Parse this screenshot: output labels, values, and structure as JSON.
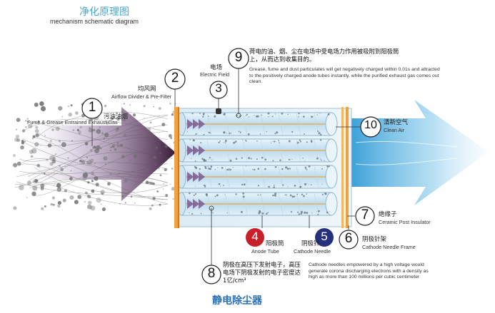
{
  "title_cn": "净化原理图",
  "title_en": "mechanism schematic diagram",
  "caption": "静电除尘器",
  "colors": {
    "title": "#4aa6cf",
    "caption": "#2a6fb5",
    "anode_badge": "#c8202a",
    "needle_badge": "#27307c",
    "frame": "#f2a23c",
    "clean_air": "#7fc7ea"
  },
  "callouts": [
    {
      "id": "1",
      "cn": "污浊油烟",
      "en": "Fume & Grease Entrained Exhaust Gas"
    },
    {
      "id": "2",
      "cn": "均风网",
      "en": "Airflow Divider & Pre-Filter"
    },
    {
      "id": "3",
      "cn": "电场",
      "en": "Electric Field"
    },
    {
      "id": "4",
      "cn": "阳极筒",
      "en": "Anode Tube"
    },
    {
      "id": "5",
      "cn": "阴极针",
      "en": "Cathode Needle"
    },
    {
      "id": "6",
      "cn": "阴极针架",
      "en": "Cathode Needle Frame"
    },
    {
      "id": "7",
      "cn": "绝缘子",
      "en": "Ceramic Post Insulator"
    },
    {
      "id": "8",
      "cn": "阴极在高压下发射电子，高压电场下阴极发射的电子密度达1亿/cm³",
      "en": "Cathode needles empowered by a high voltage would generate corona discharging electrons with a density as high as more than 100 millions per cubic centimeter"
    },
    {
      "id": "9",
      "cn": "荷电的油、烟、尘在电场中受电场力作用被吸附到阳极筒上，从而达到收集目的。",
      "en": "Grease, fume and dust particulates will get negatively charged within 0.01s and attracted to the positively charged anode tubes instantly, while the purified exhaust gas comes out clean."
    },
    {
      "id": "10",
      "cn": "清新空气",
      "en": "Clean Air"
    }
  ]
}
